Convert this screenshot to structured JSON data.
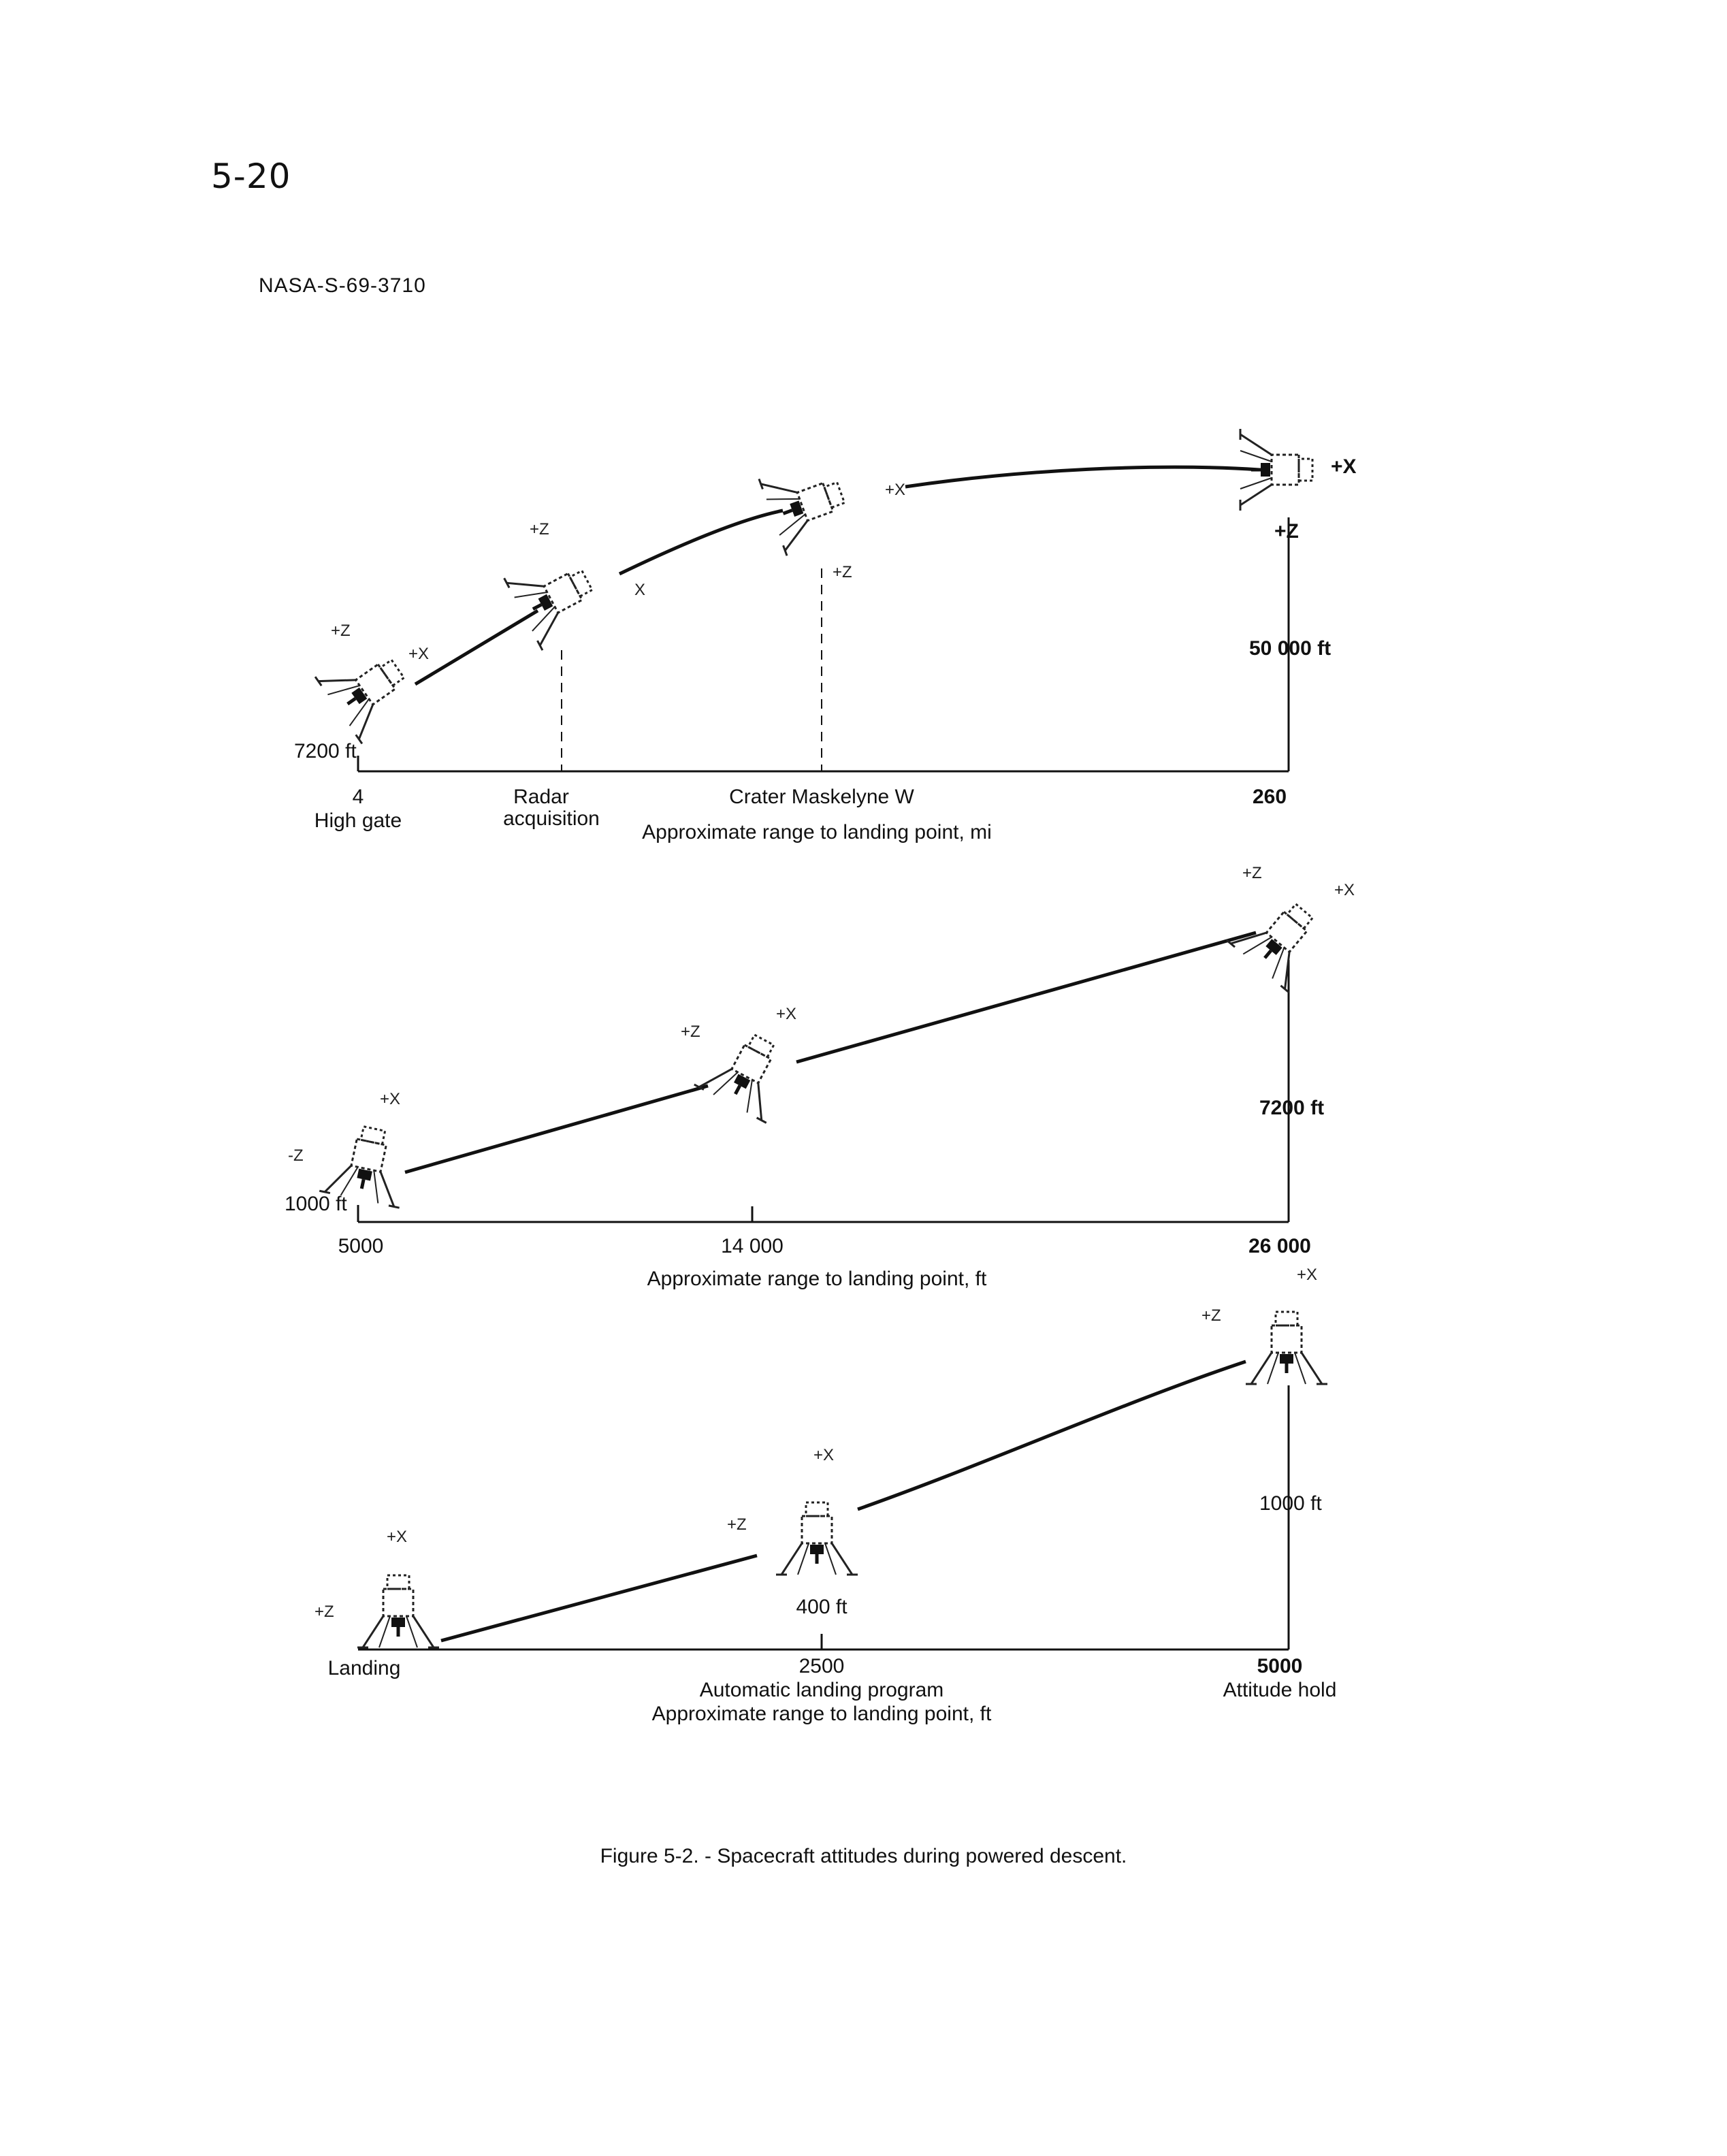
{
  "page_number": "5-20",
  "doc_id": "NASA-S-69-3710",
  "caption": "Figure 5-2. - Spacecraft attitudes during powered descent.",
  "axis_labels": {
    "plus_x": "+X",
    "plus_z": "+Z",
    "minus_z": "-Z",
    "x": "X"
  },
  "panels": [
    {
      "xlabel": "Approximate range to landing point, mi",
      "start_altitude": "7200 ft",
      "end_altitude": "50 000 ft",
      "ticks": [
        {
          "value": "4",
          "label": "High gate"
        },
        {
          "value": "",
          "label_line1": "Radar",
          "label_line2": "acquisition"
        },
        {
          "value": "",
          "label": "Crater Maskelyne W"
        },
        {
          "value": "260",
          "label": ""
        }
      ]
    },
    {
      "xlabel": "Approximate range to landing point, ft",
      "start_altitude": "1000 ft",
      "end_altitude": "7200 ft",
      "ticks": [
        {
          "value": "5000"
        },
        {
          "value": "14 000"
        },
        {
          "value": "26 000"
        }
      ]
    },
    {
      "xlabel_line1": "Automatic landing program",
      "xlabel_line2": "Approximate range to landing point, ft",
      "mid_altitude": "400 ft",
      "end_altitude": "1000 ft",
      "ticks": [
        {
          "value": "",
          "label": "Landing"
        },
        {
          "value": "2500"
        },
        {
          "value": "5000",
          "label": "Attitude hold"
        }
      ]
    }
  ]
}
